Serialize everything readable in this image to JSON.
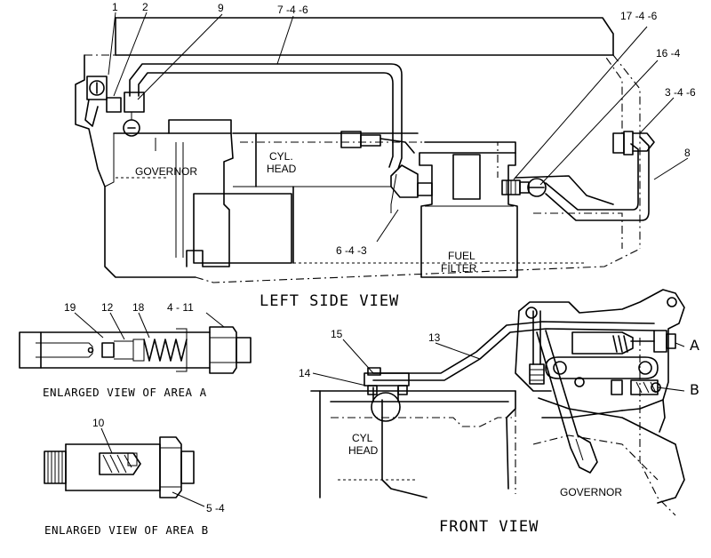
{
  "views": {
    "left_side_title": "LEFT SIDE VIEW",
    "front_title": "FRONT VIEW",
    "area_a_caption": "ENLARGED VIEW OF AREA A",
    "area_b_caption": "ENLARGED VIEW OF AREA B"
  },
  "labels": {
    "governor_left": "GOVERNOR",
    "cyl_head_left_1": "CYL.",
    "cyl_head_left_2": "HEAD",
    "fuel_filter_1": "FUEL",
    "fuel_filter_2": "FILTER",
    "cyl_head_front_1": "CYL",
    "cyl_head_front_2": "HEAD",
    "governor_front": "GOVERNOR",
    "area_a_marker": "A",
    "area_b_marker": "B"
  },
  "callouts": {
    "c1": "1",
    "c2": "2",
    "c9": "9",
    "c7_4_6": "7 -4 -6",
    "c17_4_6": "17 -4 -6",
    "c16_4": "16 -4",
    "c3_4_6": "3 -4 -6",
    "c8": "8",
    "c6_4_3": "6 -4 -3",
    "c19": "19",
    "c12": "12",
    "c18": "18",
    "c4_11": "4 - 11",
    "c10": "10",
    "c5_4": "5 -4",
    "c15": "15",
    "c13": "13",
    "c14": "14"
  }
}
